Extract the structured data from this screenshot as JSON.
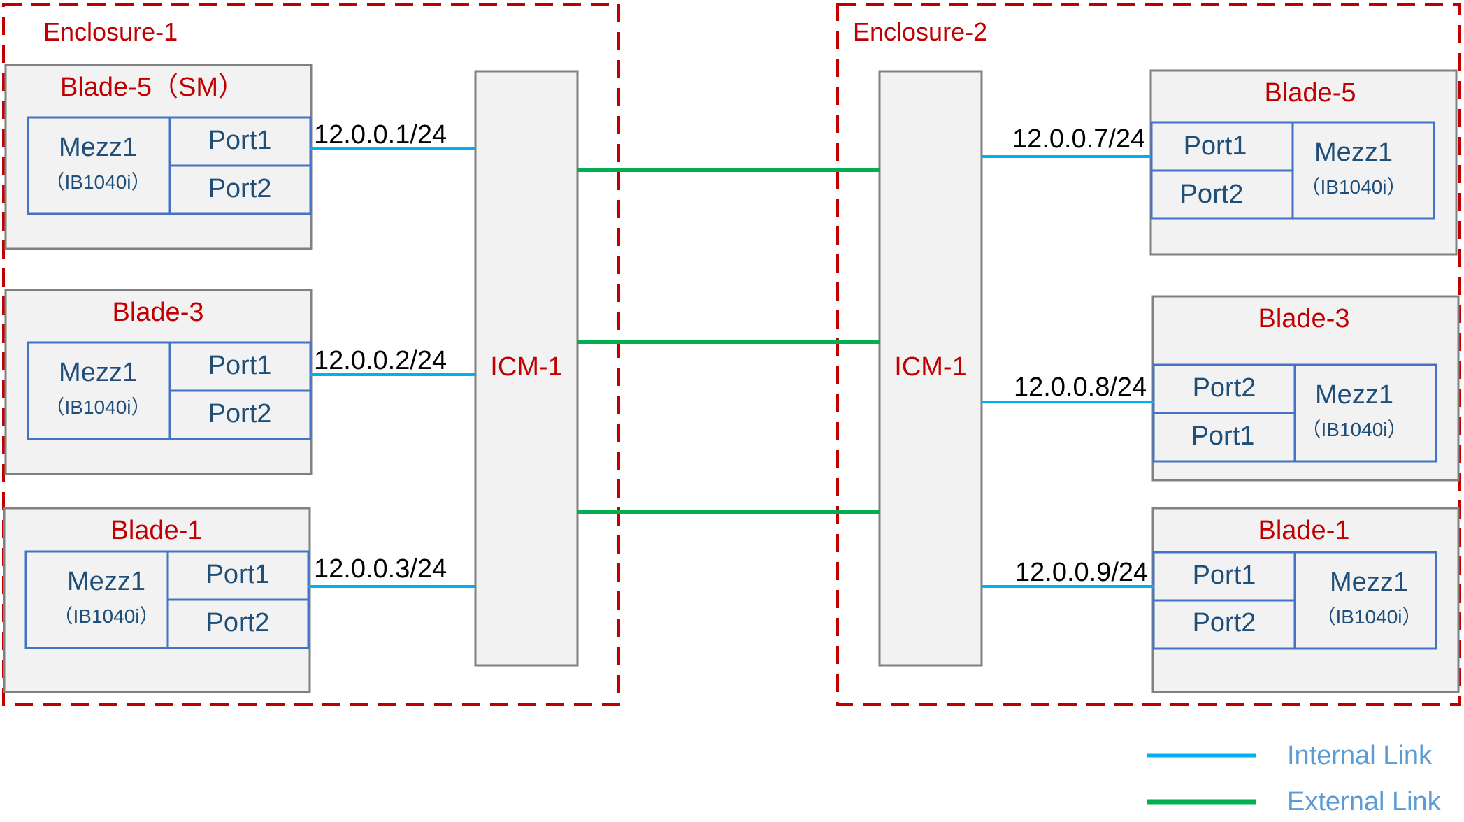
{
  "enclosures": [
    {
      "label": "Enclosure-1",
      "icm": "ICM-1",
      "blades": [
        {
          "title": "Blade-5（SM）",
          "mezz": "Mezz1",
          "model": "（IB1040i）",
          "port_top": "Port1",
          "port_bottom": "Port2",
          "ip": "12.0.0.1/24"
        },
        {
          "title": "Blade-3",
          "mezz": "Mezz1",
          "model": "（IB1040i）",
          "port_top": "Port1",
          "port_bottom": "Port2",
          "ip": "12.0.0.2/24"
        },
        {
          "title": "Blade-1",
          "mezz": "Mezz1",
          "model": "（IB1040i）",
          "port_top": "Port1",
          "port_bottom": "Port2",
          "ip": "12.0.0.3/24"
        }
      ]
    },
    {
      "label": "Enclosure-2",
      "icm": "ICM-1",
      "blades": [
        {
          "title": "Blade-5",
          "mezz": "Mezz1",
          "model": "（IB1040i）",
          "port_top": "Port1",
          "port_bottom": "Port2",
          "ip": "12.0.0.7/24"
        },
        {
          "title": "Blade-3",
          "mezz": "Mezz1",
          "model": "（IB1040i）",
          "port_top": "Port2",
          "port_bottom": "Port1",
          "ip": "12.0.0.8/24"
        },
        {
          "title": "Blade-1",
          "mezz": "Mezz1",
          "model": "（IB1040i）",
          "port_top": "Port1",
          "port_bottom": "Port2",
          "ip": "12.0.0.9/24"
        }
      ]
    }
  ],
  "legend": {
    "internal": "Internal Link",
    "external": "External Link"
  },
  "colors": {
    "enclosure_border": "#c00000",
    "internal_link": "#00b0f0",
    "external_link": "#00b050",
    "box_fill": "#f2f2f2",
    "box_border": "#808080",
    "mezz_border": "#4472c4"
  }
}
